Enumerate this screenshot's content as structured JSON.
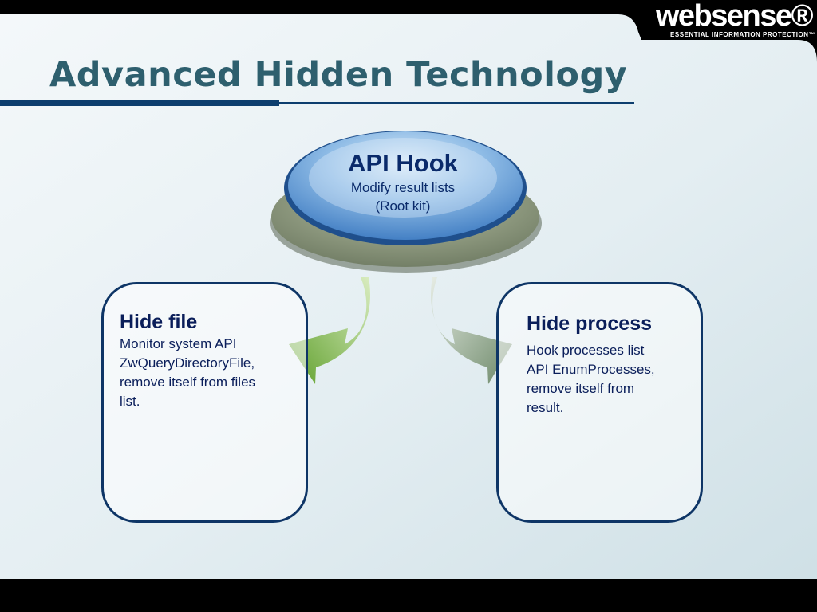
{
  "slide": {
    "title": "Advanced Hidden Technology",
    "logo": {
      "word": "websense®",
      "tagline": "ESSENTIAL INFORMATION PROTECTION™"
    }
  },
  "diagram": {
    "center": {
      "title": "API Hook",
      "lines": [
        "Modify result lists",
        "(Root kit)"
      ]
    },
    "left_box": {
      "title": "Hide file",
      "text": "Monitor system  API\nZwQueryDirectoryFile,\nremove itself from files\nlist."
    },
    "right_box": {
      "title": "Hide process",
      "text": " Hook processes list\nAPI EnumProcesses,\nremove itself from\nresult."
    }
  },
  "colors": {
    "title": "#2e5f6e",
    "rule": "#0d3e6e",
    "box_border": "#0e3566",
    "left_arrow": "#7cb83a",
    "right_arrow": "#7f9a80",
    "hook_blue": "#3f86cf"
  }
}
